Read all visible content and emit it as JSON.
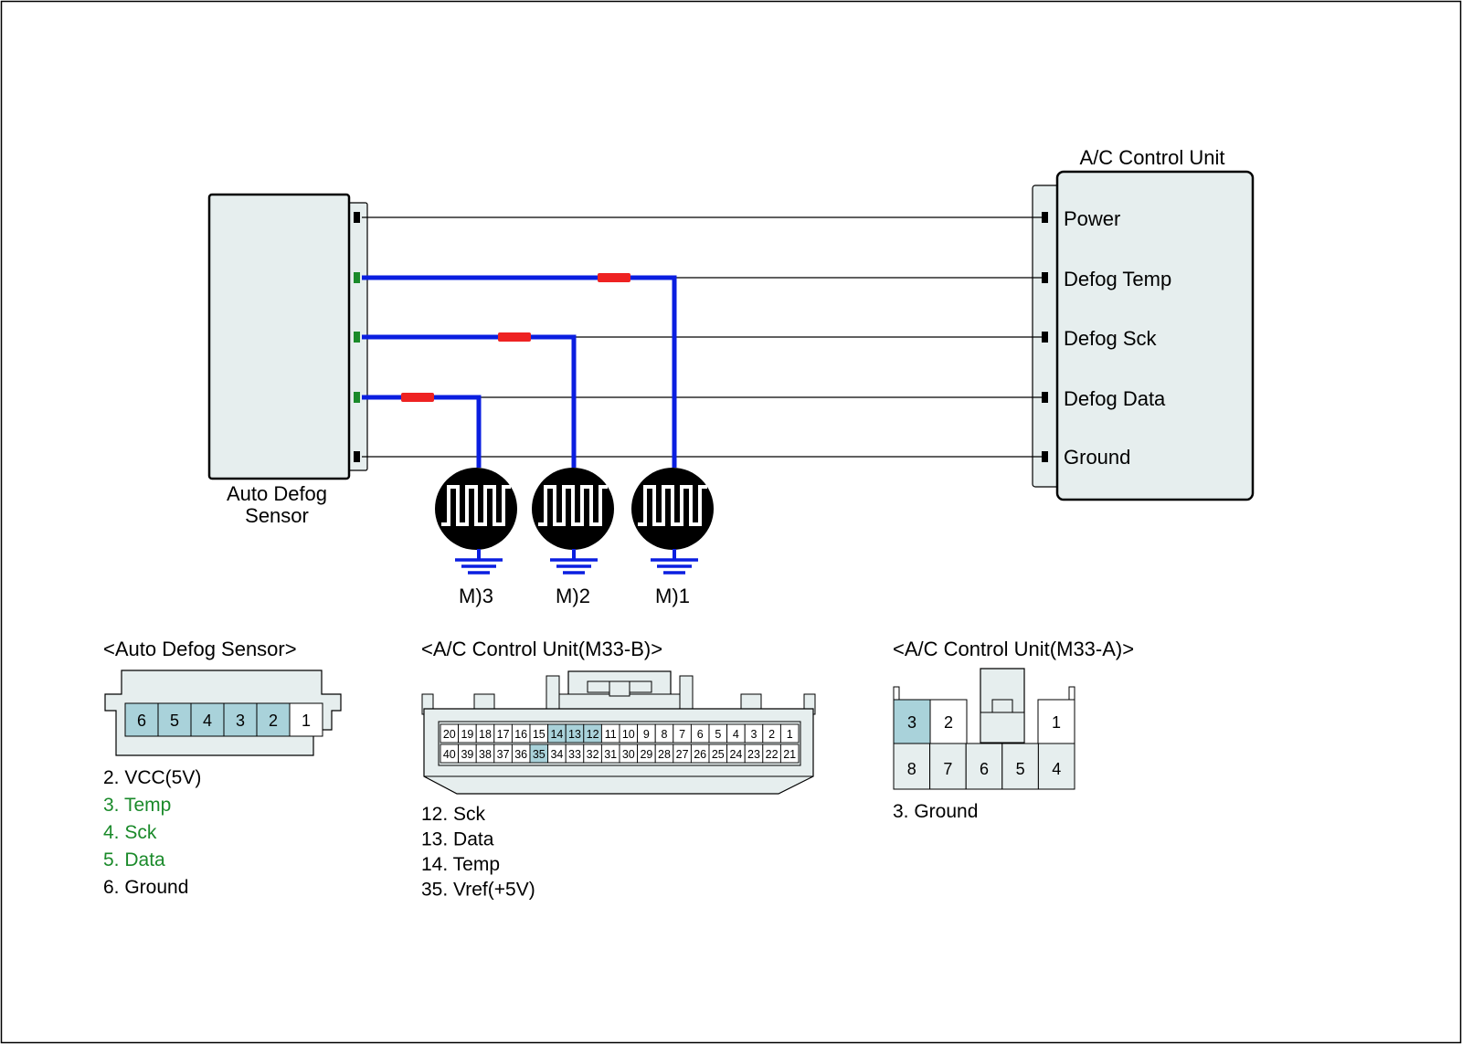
{
  "diagram": {
    "sensor_label_line1": "Auto Defog",
    "sensor_label_line2": "Sensor",
    "acu_title": "A/C Control Unit",
    "acu_pins": [
      "Power",
      "Defog Temp",
      "Defog Sck",
      "Defog Data",
      "Ground"
    ],
    "meters": [
      "M)3",
      "M)2",
      "M)1"
    ]
  },
  "connectors": {
    "sensor": {
      "title": "<Auto Defog Sensor>",
      "pins": [
        "6",
        "5",
        "4",
        "3",
        "2",
        "1"
      ],
      "highlighted": [
        "6",
        "5",
        "4",
        "3",
        "2"
      ],
      "legend": [
        {
          "text": "2. VCC(5V)",
          "color": "#000000"
        },
        {
          "text": "3. Temp",
          "color": "#1a8a2a"
        },
        {
          "text": "4. Sck",
          "color": "#1a8a2a"
        },
        {
          "text": "5. Data",
          "color": "#1a8a2a"
        },
        {
          "text": "6. Ground",
          "color": "#000000"
        }
      ]
    },
    "m33b": {
      "title": "<A/C Control Unit(M33-B)>",
      "row1": [
        "20",
        "19",
        "18",
        "17",
        "16",
        "15",
        "14",
        "13",
        "12",
        "11",
        "10",
        "9",
        "8",
        "7",
        "6",
        "5",
        "4",
        "3",
        "2",
        "1"
      ],
      "row2": [
        "40",
        "39",
        "38",
        "37",
        "36",
        "35",
        "34",
        "33",
        "32",
        "31",
        "30",
        "29",
        "28",
        "27",
        "26",
        "25",
        "24",
        "23",
        "22",
        "21"
      ],
      "highlighted": [
        "14",
        "13",
        "12",
        "35"
      ],
      "legend": [
        "12. Sck",
        "13. Data",
        "14. Temp",
        "35. Vref(+5V)"
      ]
    },
    "m33a": {
      "title": "<A/C Control Unit(M33-A)>",
      "top_pins": [
        "3",
        "2",
        "1"
      ],
      "bottom_pins": [
        "8",
        "7",
        "6",
        "5",
        "4"
      ],
      "highlighted": [
        "3"
      ],
      "legend": [
        "3. Ground"
      ]
    }
  },
  "colors": {
    "box_fill": "#e6eeee",
    "pin_highlight": "#a9d2da",
    "wire_blue": "#0a1ee0",
    "fuse_red": "#ee2222",
    "pin_green": "#1a8a2a"
  }
}
